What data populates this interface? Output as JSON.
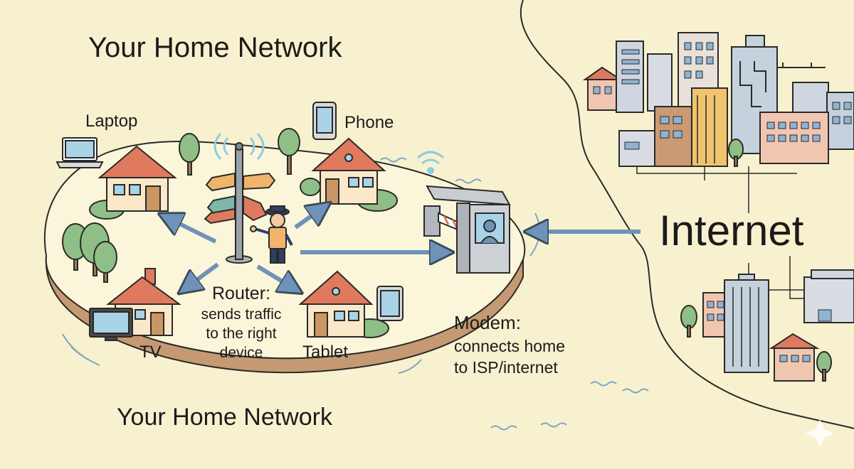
{
  "titles": {
    "top": "Your Home Network",
    "bottom": "Your Home Network",
    "internet": "Internet"
  },
  "devices": {
    "laptop": "Laptop",
    "phone": "Phone",
    "tv": "TV",
    "tablet": "Tablet"
  },
  "router": {
    "line1": "Router:",
    "line2": "sends traffic",
    "line3": "to the right",
    "line4": "device"
  },
  "modem": {
    "line1": "Modem:",
    "line2": "connects home",
    "line3": "to ISP/internet"
  },
  "colors": {
    "background": "#f8f1cf",
    "island": "#fbf6da",
    "island_edge": "#c59a72",
    "roof": "#e07a5f",
    "wall": "#fbe8c8",
    "arrow": "#6f93b8",
    "tree": "#8fbf86",
    "wifi": "#8ccde0"
  },
  "icons": [
    "laptop-icon",
    "phone-icon",
    "tv-icon",
    "tablet-icon",
    "wifi-icon",
    "signpost-icon",
    "police-officer-icon",
    "tollbooth-icon",
    "city-icon"
  ]
}
